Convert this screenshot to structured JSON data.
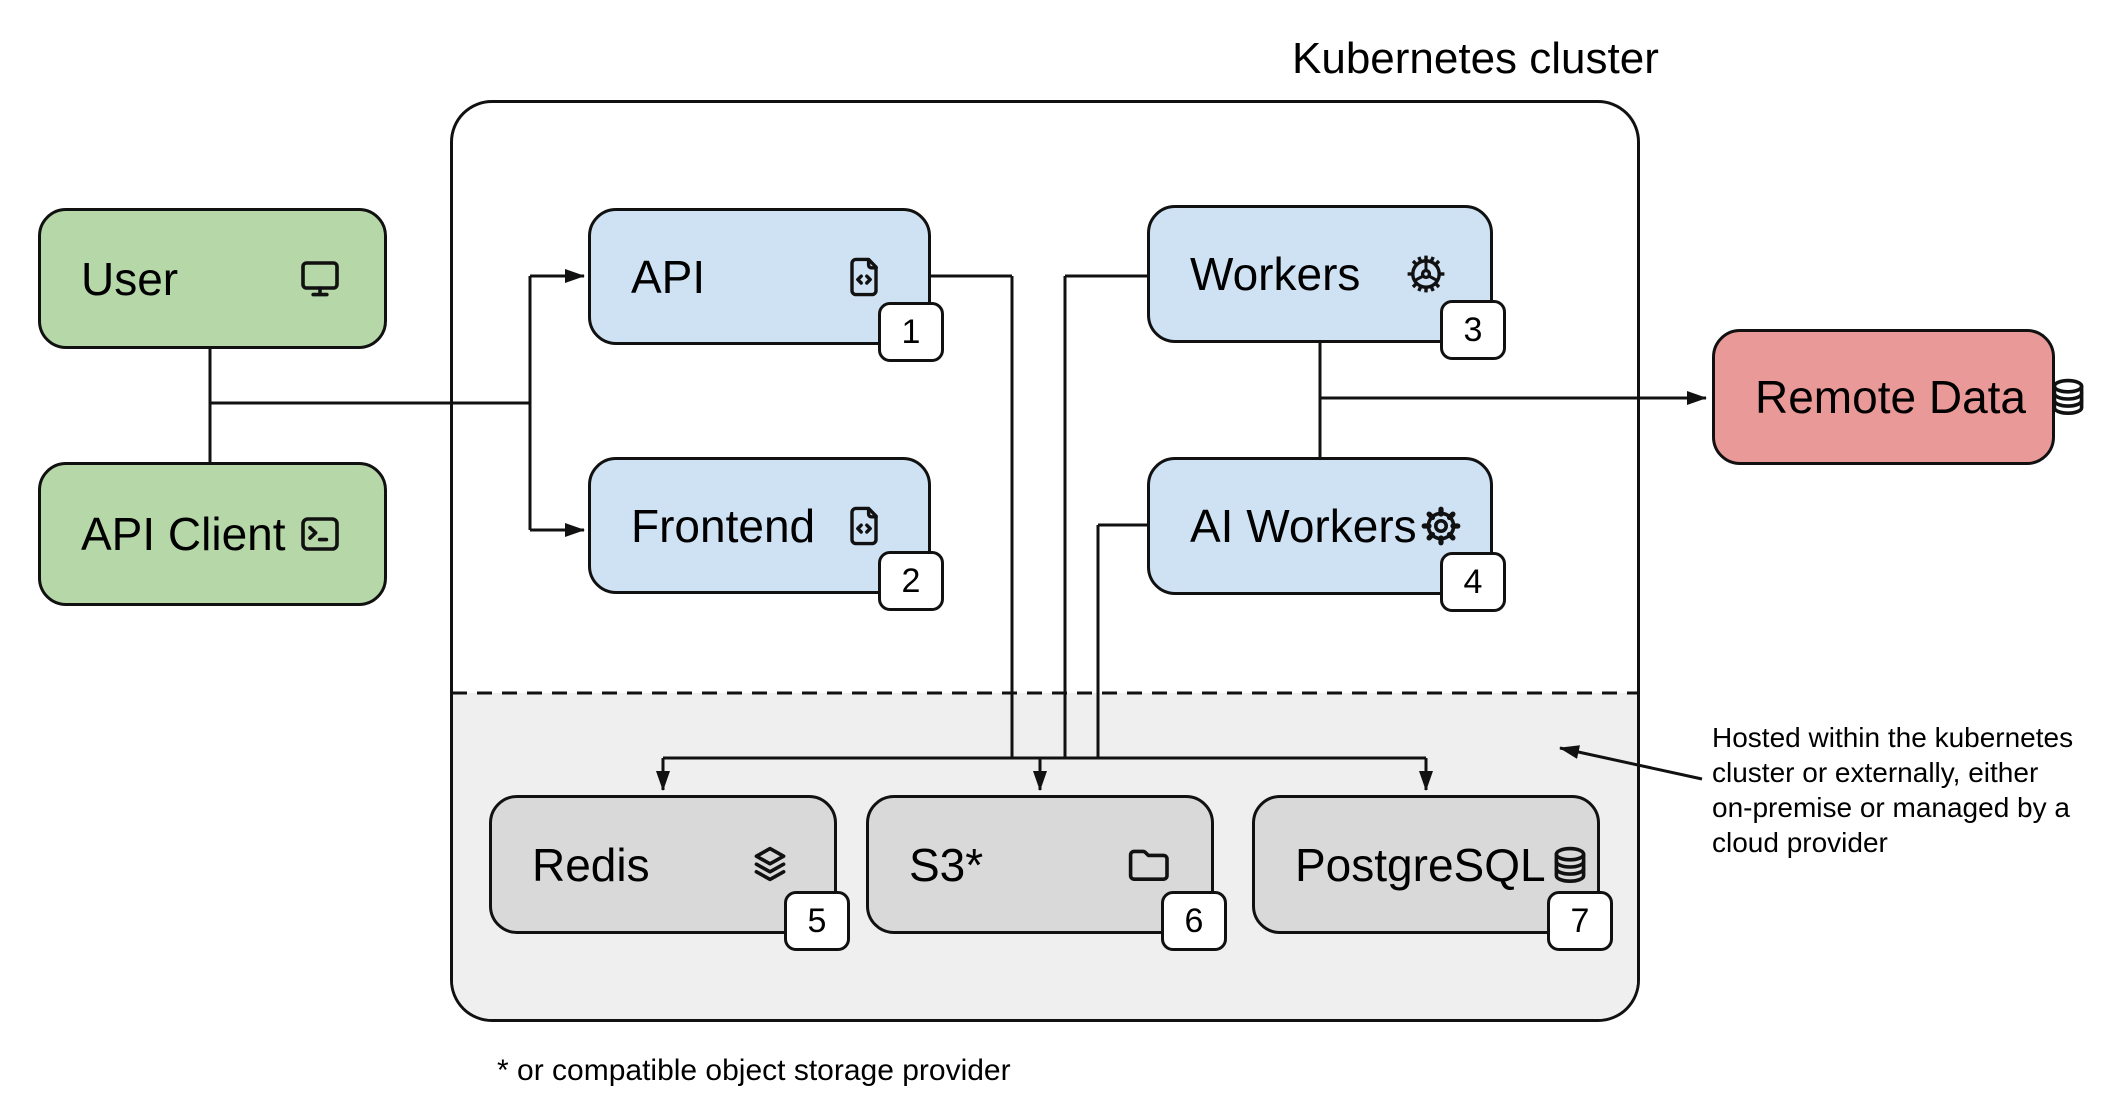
{
  "title": "Kubernetes cluster",
  "colors": {
    "client": "#b6d7a8",
    "service": "#cfe2f3",
    "external": "#ea9999",
    "storage": "#d9d9d9",
    "storage_region": "#efefef",
    "line": "#111111",
    "badge_bg": "#ffffff"
  },
  "nodes": {
    "user": {
      "label": "User",
      "icon": "monitor-icon"
    },
    "api_client": {
      "label": "API Client",
      "icon": "terminal-icon"
    },
    "api": {
      "label": "API",
      "icon": "file-code-icon",
      "badge": "1"
    },
    "frontend": {
      "label": "Frontend",
      "icon": "file-code-icon",
      "badge": "2"
    },
    "workers": {
      "label": "Workers",
      "icon": "gear-wide-icon",
      "badge": "3"
    },
    "ai_workers": {
      "label": "AI Workers",
      "icon": "gear-icon",
      "badge": "4"
    },
    "remote_data": {
      "label": "Remote Data",
      "icon": "database-icon"
    },
    "redis": {
      "label": "Redis",
      "icon": "stack-icon",
      "badge": "5"
    },
    "s3": {
      "label": "S3*",
      "icon": "folder-icon",
      "badge": "6"
    },
    "postgresql": {
      "label": "PostgreSQL",
      "icon": "database-icon",
      "badge": "7"
    }
  },
  "annotation_lines": [
    "Hosted within the kubernetes",
    "cluster or externally, either",
    "on-premise or managed by a",
    "cloud provider"
  ],
  "footnote": "* or compatible object storage provider"
}
